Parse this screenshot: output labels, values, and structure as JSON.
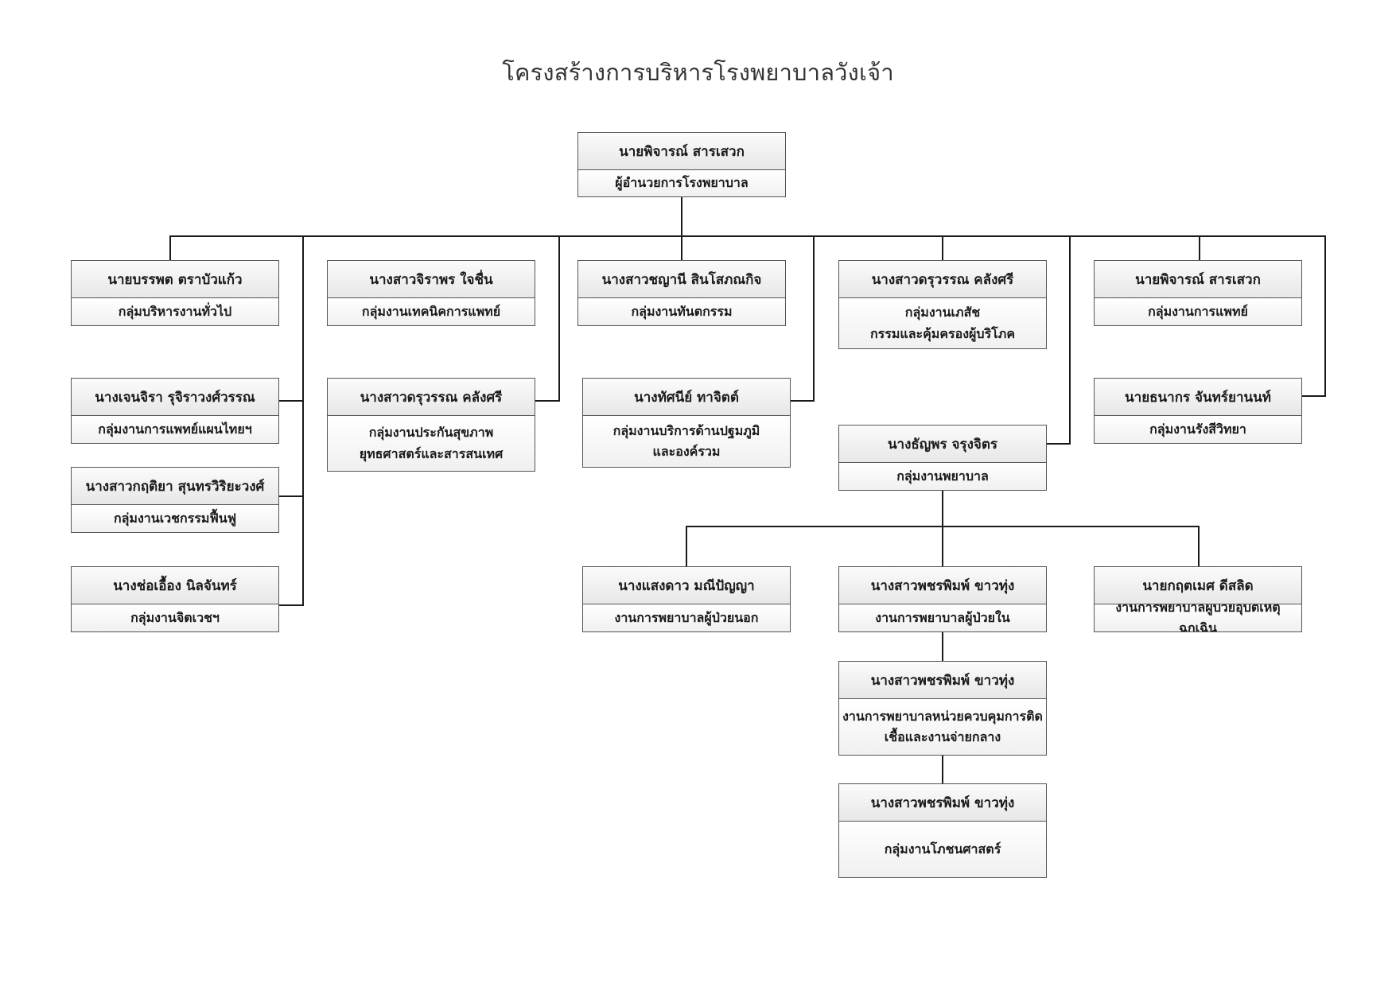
{
  "title": "โครงสร้างการบริหารโรงพยาบาลวังเจ้า",
  "director": {
    "name": "นายพิจารณ์ สารเสวก",
    "role": "ผู้อำนวยการโรงพยาบาล"
  },
  "columns": [
    {
      "top": {
        "name": "นายบรรพต ตราบัวแก้ว",
        "role": "กลุ่มบริหารงานทั่วไป"
      },
      "subs": [
        {
          "name": "นางเจนจิรา รุจิราวงศ์วรรณ",
          "role": "กลุ่มงานการแพทย์แผนไทยฯ"
        },
        {
          "name": "นางสาวกฤติยา สุนทรวิริยะวงศ์",
          "role": "กลุ่มงานเวชกรรมฟื้นฟู"
        },
        {
          "name": "นางช่อเอื้อง นิลจันทร์",
          "role": "กลุ่มงานจิตเวชฯ"
        }
      ]
    },
    {
      "top": {
        "name": "นางสาวจิราพร ใจชื่น",
        "role": "กลุ่มงานเทคนิคการแพทย์"
      },
      "subs": [
        {
          "name": "นางสาวดรุวรรณ คลังศรี",
          "role": "กลุ่มงานประกันสุขภาพ\nยุทธศาสตร์และสารสนเทศ"
        }
      ]
    },
    {
      "top": {
        "name": "นางสาวชญานี สินโสภณกิจ",
        "role": "กลุ่มงานทันตกรรม"
      },
      "subs": [
        {
          "name": "นางทัศนีย์ ทาจิตต์",
          "role": "กลุ่มงานบริการด้านปฐมภูมิ\nและองค์รวม"
        }
      ]
    },
    {
      "top": {
        "name": "นางสาวดรุวรรณ คลังศรี",
        "role": "กลุ่มงานเภสัช\nกรรมและคุ้มครองผู้บริโภค"
      },
      "subs": [
        {
          "name": "นางธัญพร จรุงจิตร",
          "role": "กลุ่มงานพยาบาล"
        }
      ]
    },
    {
      "top": {
        "name": "นายพิจารณ์ สารเสวก",
        "role": "กลุ่มงานการแพทย์"
      },
      "subs": [
        {
          "name": "นายธนากร จันทร์ยานนท์",
          "role": "กลุ่มงานรังสีวิทยา"
        }
      ]
    }
  ],
  "nursing_units": [
    {
      "name": "นางแสงดาว มณีปัญญา",
      "role": "งานการพยาบาลผู้ป่วยนอก"
    },
    {
      "name": "นางสาวพชรพิมพ์ ขาวทุ่ง",
      "role": "งานการพยาบาลผู้ป่วยใน"
    },
    {
      "name": "นายกฤตเมศ ดีสลิด",
      "role": "งานการพยาบาลผู้ป่วยอุบัติเหตุฉุกเฉิน"
    }
  ],
  "inpatient_chain": [
    {
      "name": "นางสาวพชรพิมพ์ ขาวทุ่ง",
      "role": "งานการพยาบาลหน่วยควบคุมการติด\nเชื้อและงานจ่ายกลาง"
    },
    {
      "name": "นางสาวพชรพิมพ์ ขาวทุ่ง",
      "role": "กลุ่มงานโภชนศาสตร์"
    }
  ]
}
